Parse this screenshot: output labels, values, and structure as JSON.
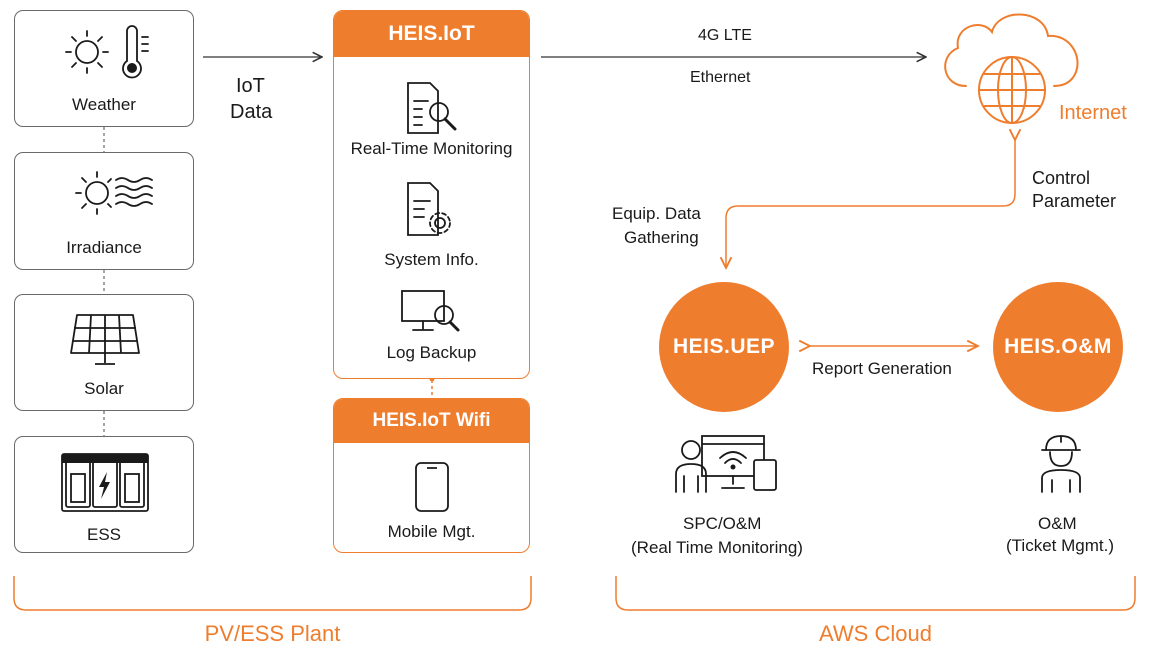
{
  "plant": {
    "weather_label": "Weather",
    "irradiance_label": "Irradiance",
    "solar_label": "Solar",
    "ess_label": "ESS",
    "iot_data_label_1": "IoT",
    "iot_data_label_2": "Data"
  },
  "iot_panel": {
    "title": "HEIS.IoT",
    "items": [
      "Real-Time Monitoring",
      "System Info.",
      "Log Backup"
    ]
  },
  "wifi_panel": {
    "title": "HEIS.IoT Wifi",
    "item": "Mobile Mgt."
  },
  "network": {
    "line1": "4G LTE",
    "line2": "Ethernet",
    "internet_label": "Internet"
  },
  "cloud": {
    "equip_1": "Equip. Data",
    "equip_2": "Gathering",
    "control_1": "Control",
    "control_2": "Parameter",
    "uep_label": "HEIS.UEP",
    "om_label": "HEIS.O&M",
    "report_label": "Report Generation",
    "spc_1": "SPC/O&M",
    "spc_2": "(Real Time Monitoring)",
    "om_user_1": "O&M",
    "om_user_2": "(Ticket Mgmt.)"
  },
  "groups": {
    "plant_label": "PV/ESS Plant",
    "cloud_label": "AWS Cloud"
  },
  "colors": {
    "accent": "#ef7d2e",
    "border": "#6a6a6a"
  }
}
